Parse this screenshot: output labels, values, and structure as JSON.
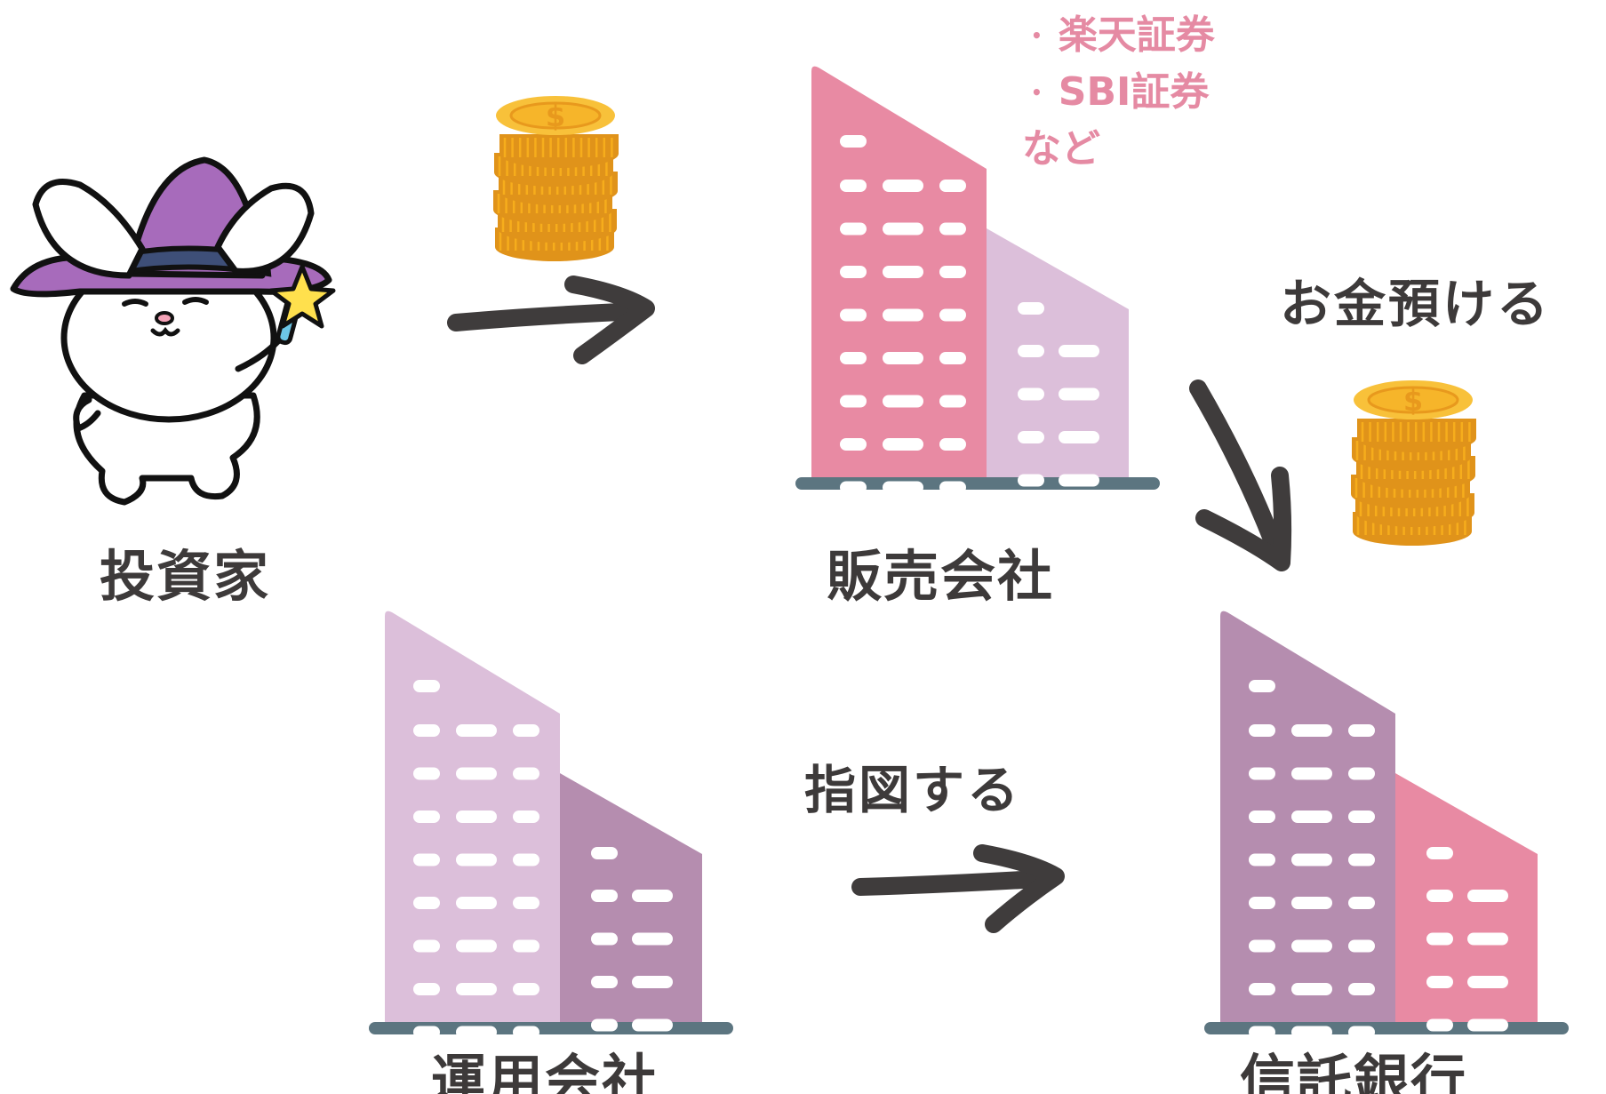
{
  "labels": {
    "investor": "投資家",
    "sales_company": "販売会社",
    "management_company": "運用会社",
    "trust_bank": "信託銀行",
    "deposit": "お金預ける",
    "instruct": "指図する"
  },
  "brokers": {
    "items": [
      "楽天証券",
      "SBI証券"
    ],
    "etc": "など"
  },
  "icons": [
    "rabbit-wizard-icon",
    "coin-stack-icon",
    "arrow-icon",
    "building-icon"
  ],
  "colors": {
    "pink": "#e88aa3",
    "light_purple": "#dcbfda",
    "mauve": "#b58daf",
    "base": "#5c7580",
    "arrow": "#3f3c3c",
    "coin": "#f6ad1c",
    "broker_text": "#e58aa3"
  }
}
